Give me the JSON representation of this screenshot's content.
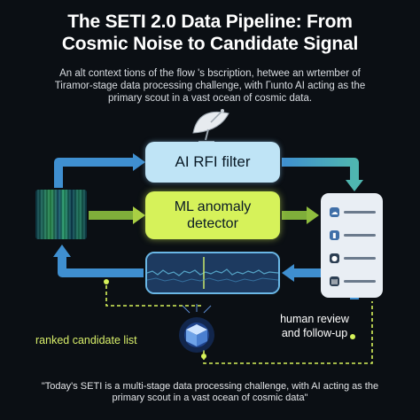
{
  "header": {
    "title_line1": "The SETI 2.0 Data Pipeline: From",
    "title_line2": "Cosmic Noise to Candidate Signal",
    "subtitle_line1": "An alt context tions of the flow 's bscription, hetwee an wrtember of",
    "subtitle_line2": "Tiramor-stage data processing challenge, with Γιunto AI acting as the",
    "subtitle_line3": "primary scout in a vast ocean of cosmic data."
  },
  "diagram": {
    "stage_rfi": "AI RFI filter",
    "stage_ml_line1": "ML anomaly",
    "stage_ml_line2": "detector",
    "label_ranked": "ranked candidate list",
    "label_human_line1": "human review",
    "label_human_line2": "and follow-up",
    "icons": [
      "satellite-dish-icon",
      "spectrogram",
      "waveform",
      "database-cube-icon",
      "cloud-icon",
      "bar-chart-icon",
      "user-icon",
      "document-icon"
    ],
    "colors": {
      "accent_green": "#d6f25a",
      "accent_blue": "#bfe4f6",
      "arrow_blue": "#3f8fd0",
      "arrow_teal": "#4fb6b0",
      "background": "#0b0f14"
    }
  },
  "footer": {
    "quote_line1": "\"Today's SETI is a multi-stage data processing challenge, with AI acting as the",
    "quote_line2": "primary scout in a vast ocean of cosmic data\""
  }
}
